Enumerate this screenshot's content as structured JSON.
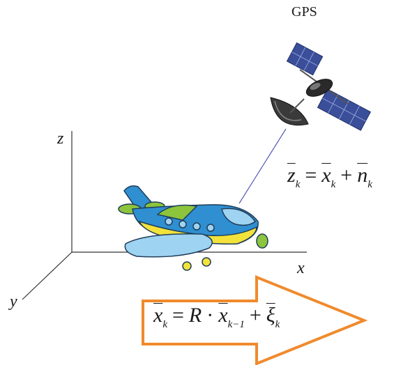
{
  "labels": {
    "gps": "GPS",
    "axis_x": "x",
    "axis_y": "y",
    "axis_z": "z"
  },
  "measurement_eq": {
    "lhs": "z",
    "lhs_sub": "k",
    "eq": "=",
    "t1": "x",
    "t1_sub": "k",
    "plus": "+",
    "t2": "n",
    "t2_sub": "k"
  },
  "state_eq": {
    "lhs": "x",
    "lhs_sub": "k",
    "eq": "=",
    "coef": "R",
    "dot": "·",
    "t1": "x",
    "t1_sub": "k−1",
    "plus": "+",
    "t2": "ξ",
    "t2_sub": "k"
  },
  "icons": {
    "satellite": "satellite-icon",
    "airplane": "airplane-icon",
    "arrow": "right-arrow-icon"
  },
  "colors": {
    "arrow_outline": "#f08a2c",
    "link_line": "#5a5ab8",
    "plane_body": "#2f8fd0",
    "plane_light": "#9fd3f2",
    "plane_stripe": "#f2e23a",
    "plane_tail": "#8cc43c",
    "solar_panel": "#3a4e9a",
    "dish": "#3a3a3a"
  }
}
